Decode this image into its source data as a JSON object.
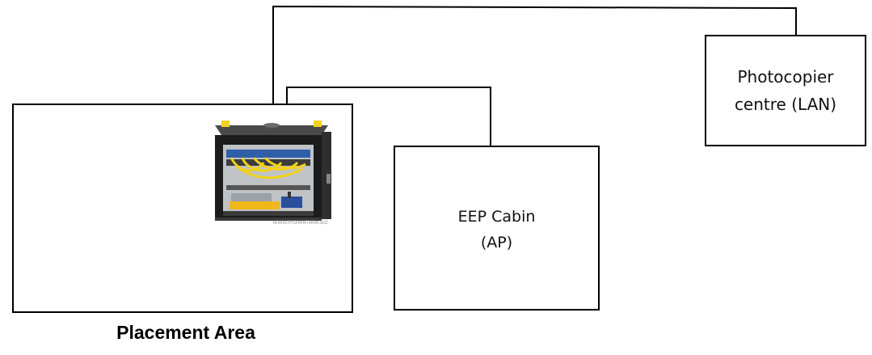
{
  "nodes": {
    "placement_area": {
      "caption": "Placement Area"
    },
    "eep_cabin": {
      "line1": "EEP Cabin",
      "line2": "(AP)"
    },
    "photocopier": {
      "line1": "Photocopier",
      "line2": "centre (LAN)"
    }
  },
  "rack_image": {
    "icon": "network-rack-icon",
    "watermark": "WWW.PISHANTARA.BIZ"
  },
  "edges": [
    {
      "from": "placement_area",
      "to": "photocopier"
    },
    {
      "from": "placement_area",
      "to": "eep_cabin"
    }
  ]
}
